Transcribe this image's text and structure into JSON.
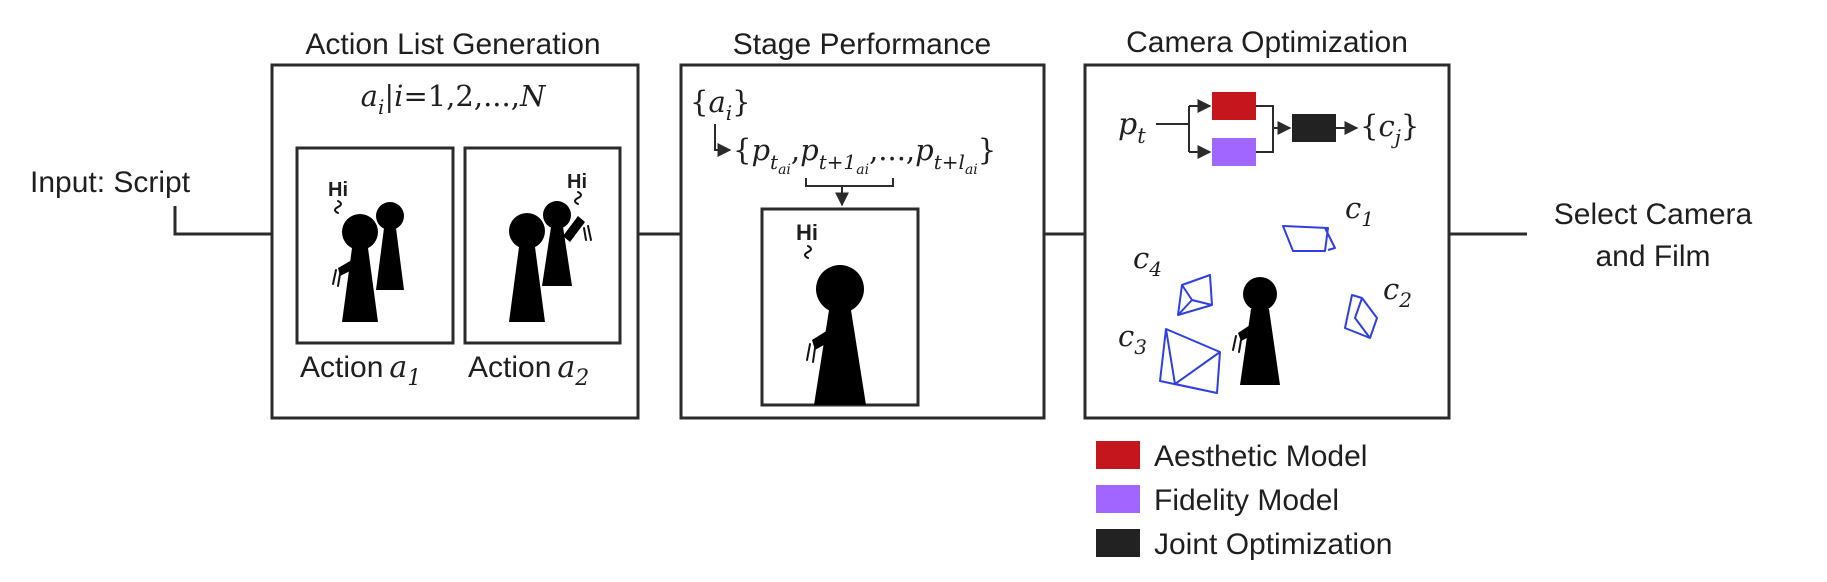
{
  "input_label": "Input: Script",
  "output_label_line1": "Select Camera",
  "output_label_line2": "and Film",
  "stage1": {
    "title": "Action List Generation",
    "formula": "a_i|i=1,2,...,N",
    "actions": [
      {
        "prefix": "Action",
        "var": "a",
        "sub": "1",
        "bubble": "Hi"
      },
      {
        "prefix": "Action",
        "var": "a",
        "sub": "2",
        "bubble": "Hi"
      }
    ]
  },
  "stage2": {
    "title": "Stage Performance",
    "set_label": "{a_i}",
    "sequence": "{p_t_ai, p_t+1_ai, ..., p_t+l_ai}",
    "bubble": "Hi"
  },
  "stage3": {
    "title": "Camera Optimization",
    "input_var": "p_t",
    "output_set": "{c_j}",
    "cameras": [
      "c1",
      "c2",
      "c3",
      "c4"
    ]
  },
  "legend": [
    {
      "label": "Aesthetic Model",
      "color": "#c4161c"
    },
    {
      "label": "Fidelity Model",
      "color": "#a066ff"
    },
    {
      "label": "Joint Optimization",
      "color": "#222222"
    }
  ]
}
